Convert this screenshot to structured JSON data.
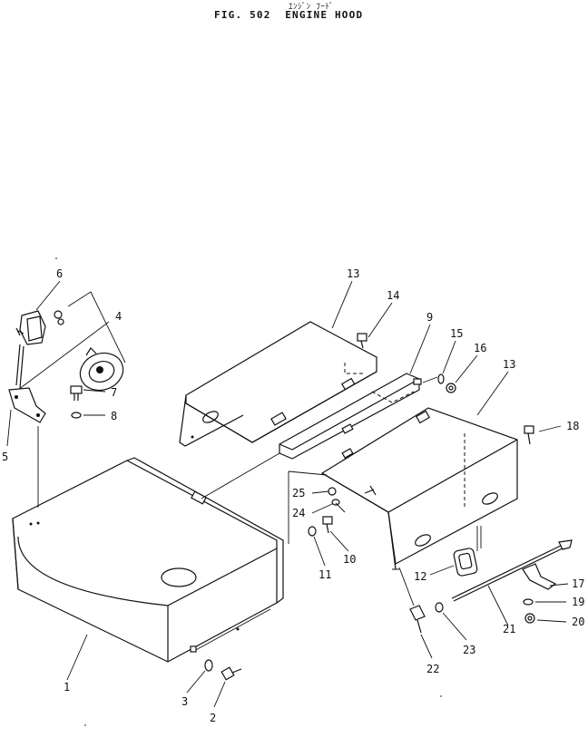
{
  "header": {
    "kana": "ｴﾝｼﾞﾝ ﾌｰﾄﾞ",
    "title": "FIG. 502  ENGINE HOOD"
  },
  "callouts": [
    "1",
    "2",
    "3",
    "4",
    "5",
    "6",
    "7",
    "8",
    "9",
    "10",
    "11",
    "12",
    "13",
    "13",
    "14",
    "15",
    "16",
    "17",
    "18",
    "19",
    "20",
    "21",
    "22",
    "23",
    "24",
    "25"
  ]
}
